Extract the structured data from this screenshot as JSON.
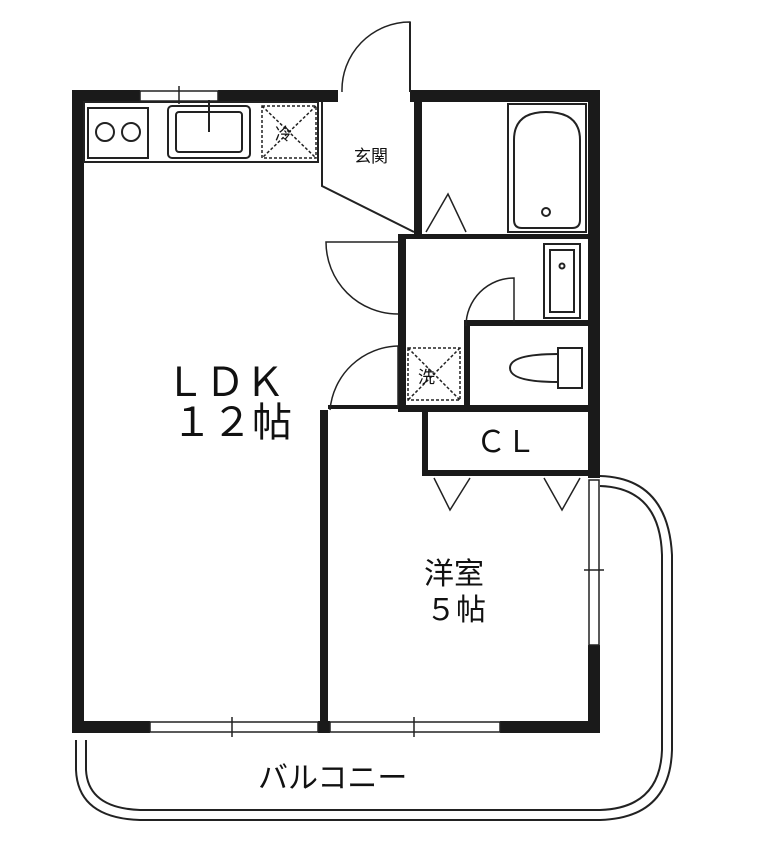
{
  "rooms": {
    "ldk": {
      "name": "ＬＤＫ",
      "size": "１２帖"
    },
    "western": {
      "name": "洋室",
      "size": "５帖"
    },
    "closet": {
      "name": "ＣＬ"
    },
    "entrance": {
      "name": "玄関"
    },
    "balcony": {
      "name": "バルコニー"
    }
  },
  "fixtures": {
    "fridge": "冷",
    "washer": "洗"
  }
}
